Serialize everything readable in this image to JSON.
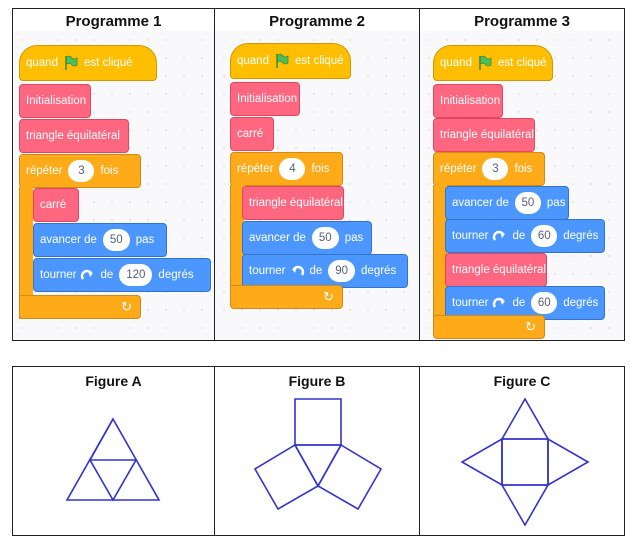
{
  "programs": [
    {
      "title": "Programme 1",
      "hat": {
        "before": "quand",
        "after": "est cliqué"
      },
      "before_loop": [
        "Initialisation",
        "triangle équilatéral"
      ],
      "repeat": {
        "label": "répéter",
        "count": "3",
        "suffix": "fois"
      },
      "loop_body": [
        {
          "type": "custom",
          "label": "carré"
        },
        {
          "type": "motion",
          "label": "avancer de",
          "value": "50",
          "suffix": "pas"
        },
        {
          "type": "motion",
          "label": "tourner",
          "icon": "turn-right-icon",
          "pre": "de",
          "value": "120",
          "suffix": "degrés"
        }
      ]
    },
    {
      "title": "Programme 2",
      "hat": {
        "before": "quand",
        "after": "est cliqué"
      },
      "before_loop": [
        "Initialisation",
        "carré"
      ],
      "repeat": {
        "label": "répéter",
        "count": "4",
        "suffix": "fois"
      },
      "loop_body": [
        {
          "type": "custom",
          "label": "triangle équilatéral"
        },
        {
          "type": "motion",
          "label": "avancer de",
          "value": "50",
          "suffix": "pas"
        },
        {
          "type": "motion",
          "label": "tourner",
          "icon": "turn-left-icon",
          "pre": "de",
          "value": "90",
          "suffix": "degrés"
        }
      ]
    },
    {
      "title": "Programme 3",
      "hat": {
        "before": "quand",
        "after": "est cliqué"
      },
      "before_loop": [
        "Initialisation",
        "triangle équilatéral"
      ],
      "repeat": {
        "label": "répéter",
        "count": "3",
        "suffix": "fois"
      },
      "loop_body": [
        {
          "type": "motion",
          "label": "avancer de",
          "value": "50",
          "suffix": "pas"
        },
        {
          "type": "motion",
          "label": "tourner",
          "icon": "turn-right-icon",
          "pre": "de",
          "value": "60",
          "suffix": "degrés"
        },
        {
          "type": "custom",
          "label": "triangle équilatéral"
        },
        {
          "type": "motion",
          "label": "tourner",
          "icon": "turn-right-icon",
          "pre": "de",
          "value": "60",
          "suffix": "degrés"
        }
      ]
    }
  ],
  "figures": [
    {
      "title": "Figure A"
    },
    {
      "title": "Figure B"
    },
    {
      "title": "Figure C"
    }
  ],
  "colors": {
    "events": "#ffbf00",
    "custom": "#ff6680",
    "motion": "#4c97ff",
    "control": "#ffab19",
    "flag": "#4cbf56",
    "figure_line": "#3333cc"
  }
}
